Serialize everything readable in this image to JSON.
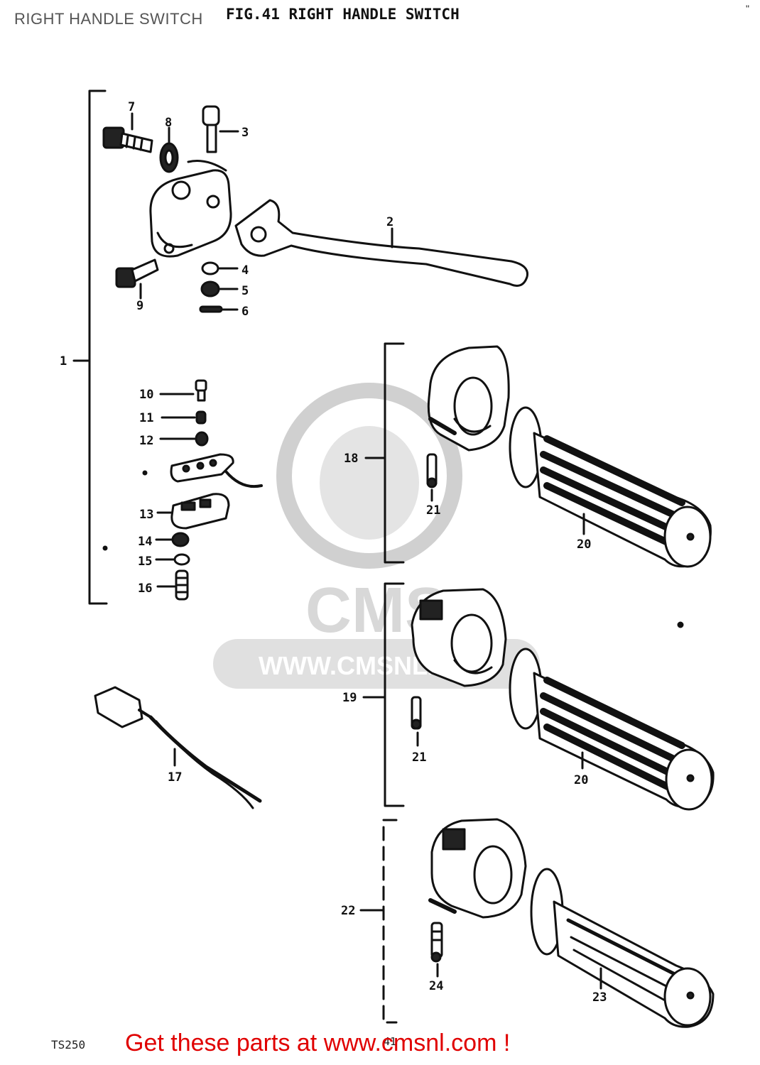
{
  "header": {
    "title": "RIGHT HANDLE SWITCH"
  },
  "figure": {
    "title": "FIG.41  RIGHT HANDLE SWITCH",
    "corner_mark": "\""
  },
  "watermark": {
    "text": "CMS",
    "url": "WWW.CMSNL.COM"
  },
  "callouts": [
    {
      "id": "c1",
      "text": "1"
    },
    {
      "id": "c2",
      "text": "2"
    },
    {
      "id": "c3",
      "text": "3"
    },
    {
      "id": "c4",
      "text": "4"
    },
    {
      "id": "c5",
      "text": "5"
    },
    {
      "id": "c6",
      "text": "6"
    },
    {
      "id": "c7",
      "text": "7"
    },
    {
      "id": "c8",
      "text": "8"
    },
    {
      "id": "c9",
      "text": "9"
    },
    {
      "id": "c10",
      "text": "10"
    },
    {
      "id": "c11",
      "text": "11"
    },
    {
      "id": "c12",
      "text": "12"
    },
    {
      "id": "c13",
      "text": "13"
    },
    {
      "id": "c14",
      "text": "14"
    },
    {
      "id": "c15",
      "text": "15"
    },
    {
      "id": "c16",
      "text": "16"
    },
    {
      "id": "c17",
      "text": "17"
    },
    {
      "id": "c18",
      "text": "18"
    },
    {
      "id": "c19",
      "text": "19"
    },
    {
      "id": "c20a",
      "text": "20"
    },
    {
      "id": "c20b",
      "text": "20"
    },
    {
      "id": "c21a",
      "text": "21"
    },
    {
      "id": "c21b",
      "text": "21"
    },
    {
      "id": "c22",
      "text": "22"
    },
    {
      "id": "c23",
      "text": "23"
    },
    {
      "id": "c24",
      "text": "24"
    }
  ],
  "footer": {
    "code": "TS250",
    "page": "41",
    "cta": "Get these parts at www.cmsnl.com !"
  },
  "colors": {
    "cta": "#e00000",
    "watermark": "#d8d8d8",
    "ink": "#111111"
  }
}
